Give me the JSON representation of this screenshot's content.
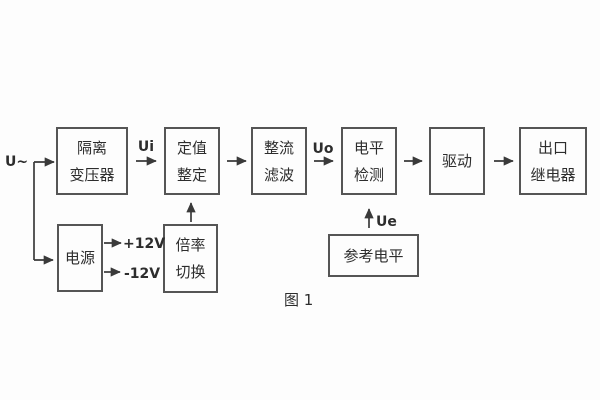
{
  "diagram": {
    "caption": "图 1",
    "source_label": "U~",
    "boxes": {
      "isolation_transformer": {
        "line1": "隔离",
        "line2": "变压器"
      },
      "value_setting": {
        "line1": "定值",
        "line2": "整定"
      },
      "rectifier_filter": {
        "line1": "整流",
        "line2": "滤波"
      },
      "level_detection": {
        "line1": "电平",
        "line2": "检测"
      },
      "drive": {
        "line1": "驱动"
      },
      "output_relay": {
        "line1": "出口",
        "line2": "继电器"
      },
      "power_supply": {
        "line1": "电源"
      },
      "ratio_switch": {
        "line1": "倍率",
        "line2": "切换"
      },
      "reference_level": {
        "line1": "参考电平"
      }
    },
    "signal_labels": {
      "ui": "Ui",
      "uo": "Uo",
      "ue": "Ue",
      "plus_12v": "+12V",
      "minus_12v": "-12V"
    },
    "colors": {
      "background": "#fdfdfd",
      "box_border": "#555555",
      "text": "#2d2d2d",
      "wire": "#3a3a3a"
    }
  }
}
